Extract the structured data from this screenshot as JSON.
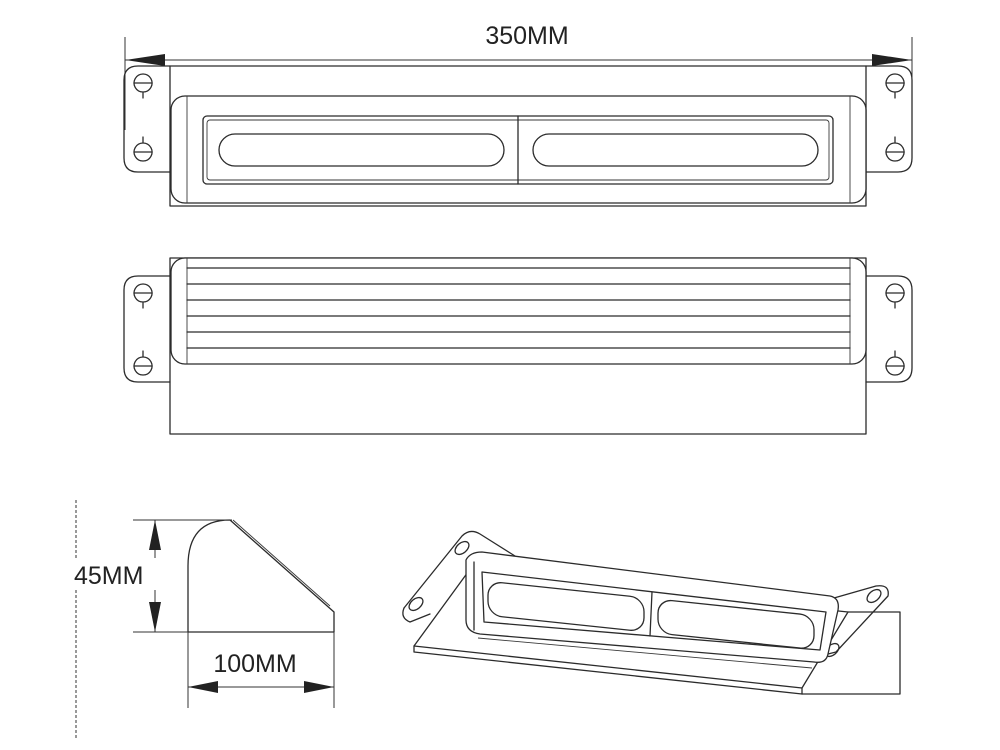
{
  "dimensions": {
    "length_label": "350MM",
    "height_label": "45MM",
    "depth_label": "100MM"
  },
  "views": [
    {
      "name": "front-view"
    },
    {
      "name": "top-view"
    },
    {
      "name": "side-profile-view"
    },
    {
      "name": "isometric-view"
    }
  ],
  "colors": {
    "line": "#2b2b2b",
    "background": "#ffffff"
  }
}
